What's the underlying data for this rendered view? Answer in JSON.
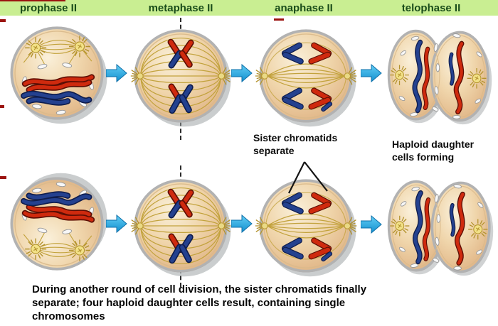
{
  "header": {
    "stages": [
      {
        "label": "prophase II"
      },
      {
        "label": "metaphase II"
      },
      {
        "label": "anaphase II"
      },
      {
        "label": "telophase II"
      }
    ]
  },
  "annotations": {
    "sister_chromatids_label": "Sister chromatids\nseparate",
    "haploid_daughter_label": "Haploid daughter\ncells forming"
  },
  "caption": "During another round of cell division, the sister chromatids finally\nseparate; four haploid daughter cells result, containing single\nchromosomes",
  "colors": {
    "header_bg": "#c9ee92",
    "header_text": "#1a4d1a",
    "arrow_blue": "#2aa9e0",
    "chromosome_red": "#cf2a0e",
    "chromosome_blue": "#24418f",
    "spindle_gold": "#c2a23c",
    "cell_fill": "#eccfa2",
    "cell_ring": "#b2b2b2",
    "artifact_red": "#9b1310"
  }
}
